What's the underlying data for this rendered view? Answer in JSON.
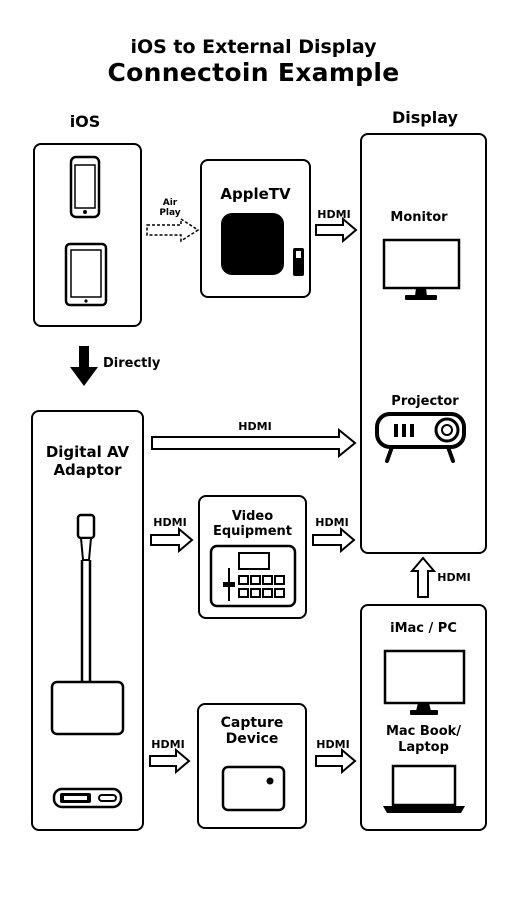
{
  "title": {
    "line1": "iOS to External Display",
    "line2": "Connectoin Example"
  },
  "sections": {
    "ios": "iOS",
    "display": "Display"
  },
  "nodes": {
    "apple_tv": "AppleTV",
    "monitor": "Monitor",
    "projector": "Projector",
    "digital_av_line1": "Digital AV",
    "digital_av_line2": "Adaptor",
    "video_eq_line1": "Video",
    "video_eq_line2": "Equipment",
    "capture_line1": "Capture",
    "capture_line2": "Device",
    "imac_pc": "iMac / PC",
    "macbook_line1": "Mac Book/",
    "macbook_line2": "Laptop"
  },
  "connections": {
    "airplay_line1": "Air",
    "airplay_line2": "Play",
    "directly": "Directly",
    "hdmi_appletv_display": "HDMI",
    "hdmi_adaptor_display": "HDMI",
    "hdmi_adaptor_video": "HDMI",
    "hdmi_video_display": "HDMI",
    "hdmi_adaptor_capture": "HDMI",
    "hdmi_capture_mac": "HDMI",
    "hdmi_mac_display": "HDMI"
  }
}
